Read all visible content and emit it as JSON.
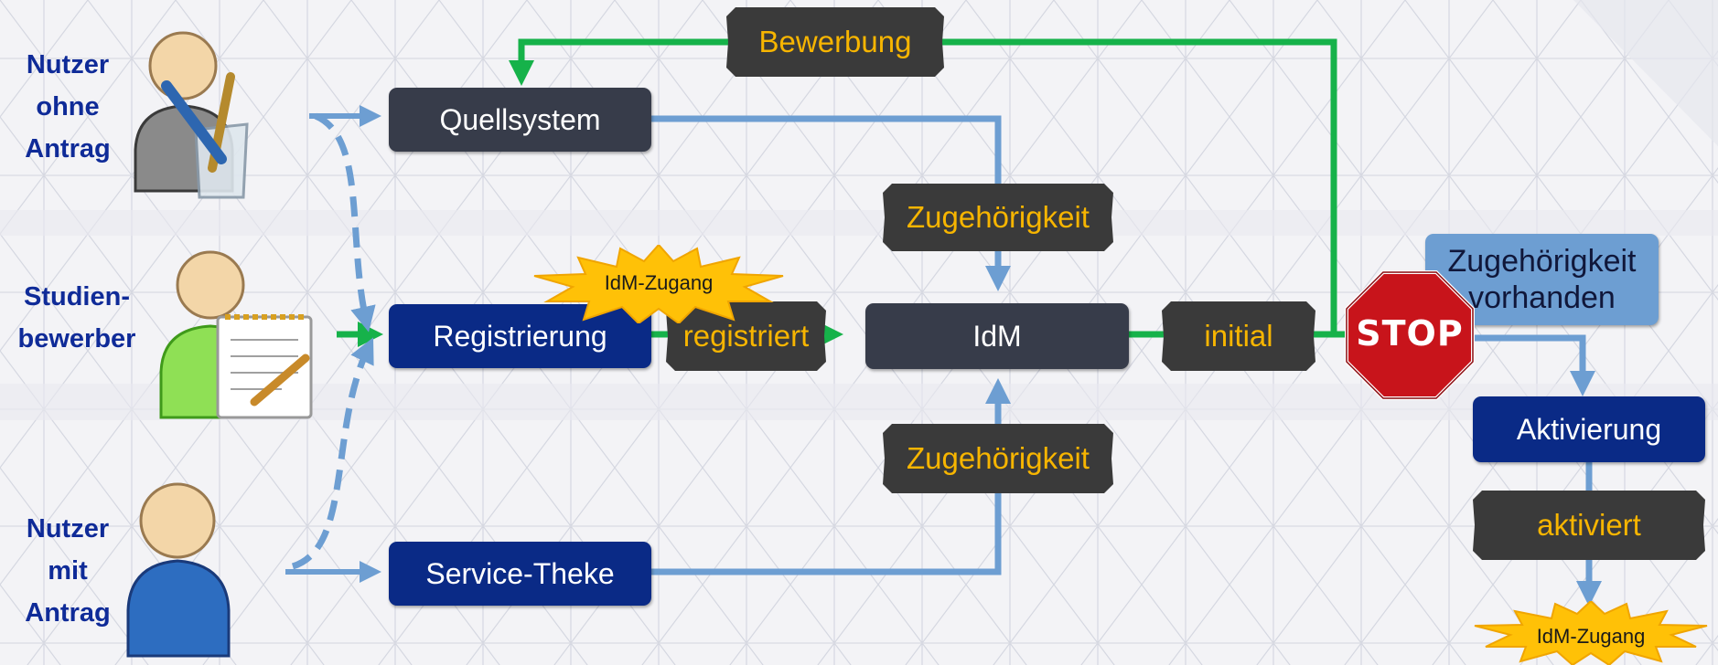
{
  "users": {
    "without_application": "Nutzer\nohne\nAntrag",
    "applicant": "Studien-\nbewerber",
    "with_application": "Nutzer\nmit\nAntrag"
  },
  "nodes": {
    "source_system": "Quellsystem",
    "registration": "Registrierung",
    "service_desk": "Service-Theke",
    "idm": "IdM",
    "membership_present": "Zugehörigkeit\nvorhanden",
    "activation": "Aktivierung"
  },
  "tags": {
    "application": "Bewerbung",
    "membership_top": "Zugehörigkeit",
    "membership_bottom": "Zugehörigkeit",
    "registered": "registriert",
    "initial": "initial",
    "activated": "aktiviert"
  },
  "bursts": {
    "idm_access_top": "IdM-Zugang",
    "idm_access_bottom": "IdM-Zugang"
  },
  "stop_sign": "STOP",
  "colors": {
    "green_line": "#16b24a",
    "blue_line": "#6d9ed2",
    "dark_box": "#373c4a",
    "navy_box": "#0a2a86",
    "tag_text": "#f7b500",
    "user_label": "#0f2b98",
    "stop_red": "#c8141b",
    "burst_yellow": "#ffc107"
  }
}
